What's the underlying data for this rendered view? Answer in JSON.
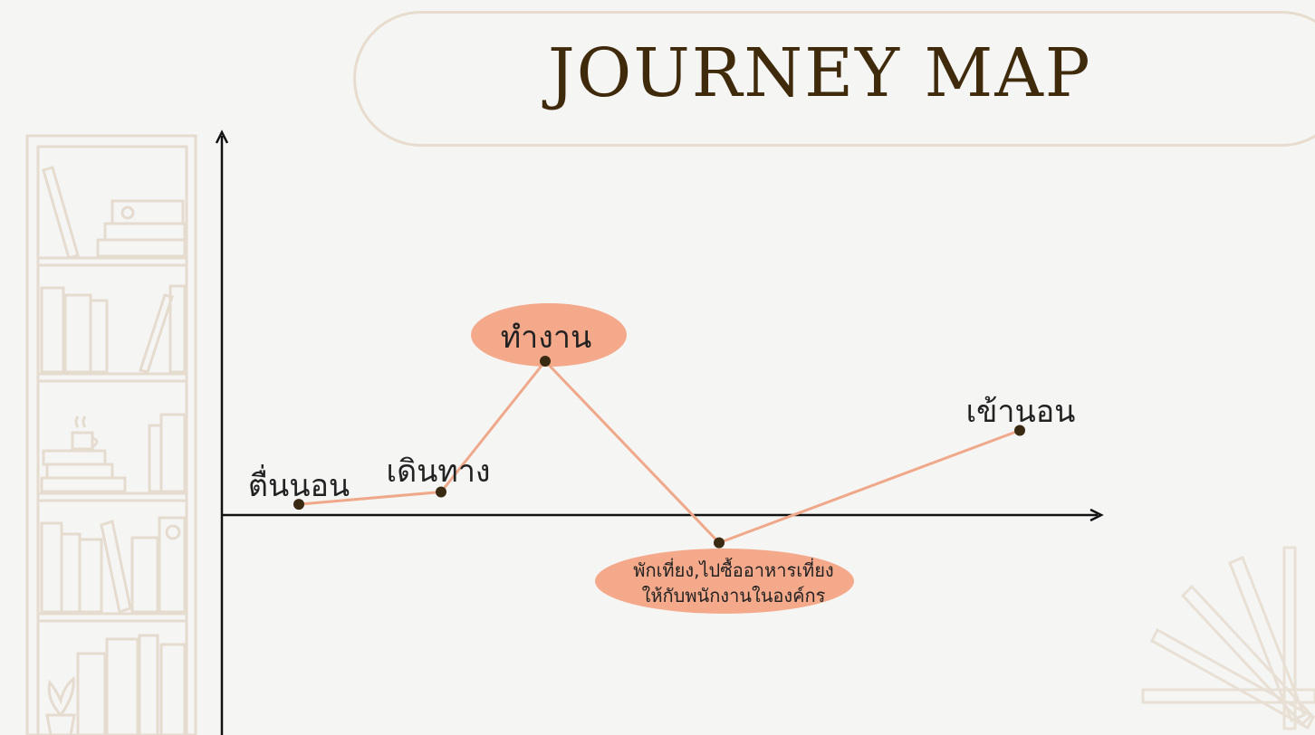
{
  "title": "JOURNEY MAP",
  "colors": {
    "line": "#f0a88a",
    "bubble": "#f4a98b",
    "dot": "#3b2a12",
    "decor": "#e5dccf",
    "title": "#3f2a0c"
  },
  "stages": [
    {
      "label": "ตื่นนอน",
      "level": 0.07,
      "highlighted": false
    },
    {
      "label": "เดินทาง",
      "level": 0.15,
      "highlighted": false
    },
    {
      "label": "ทำงาน",
      "level": 1.0,
      "highlighted": true
    },
    {
      "label_lines": [
        "พักเที่ยง,ไปซื้ออาหารเที่ยง",
        "ให้กับพนักงานในองค์กร"
      ],
      "level": -0.18,
      "highlighted": true
    },
    {
      "label": "เข้านอน",
      "level": 0.55,
      "highlighted": false
    }
  ]
}
